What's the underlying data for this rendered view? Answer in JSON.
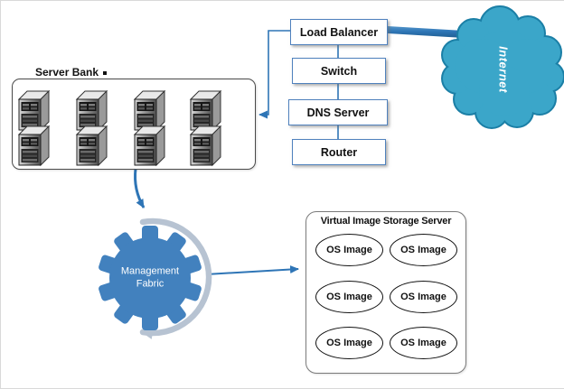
{
  "colors": {
    "accent": "#2E75B6",
    "node-border": "#4F81BD",
    "cloud-fill": "#3BA6C9",
    "cloud-stroke": "#1B7FA6",
    "gear-fill": "#4281BE",
    "swoosh": "#B7C3D2"
  },
  "server_bank": {
    "label": "Server Bank"
  },
  "chain": {
    "load_balancer": "Load Balancer",
    "switch": "Switch",
    "dns_server": "DNS Server",
    "router": "Router"
  },
  "cloud": {
    "label": "Internet"
  },
  "management_fabric": {
    "line1": "Management",
    "line2": "Fabric"
  },
  "storage": {
    "title": "Virtual Image Storage Server",
    "images": [
      "OS Image",
      "OS Image",
      "OS Image",
      "OS Image",
      "OS Image",
      "OS Image"
    ]
  }
}
